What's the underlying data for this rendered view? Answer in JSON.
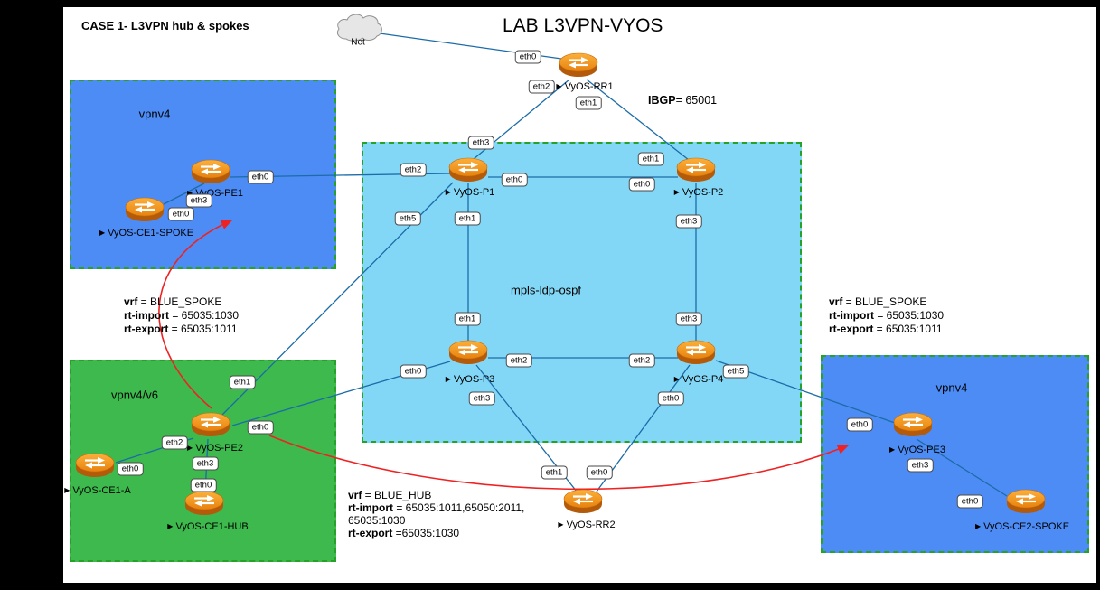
{
  "page": {
    "title": "LAB L3VPN-VYOS",
    "case_label": "CASE 1- L3VPN hub & spokes"
  },
  "icons": {
    "console_marker": "▶"
  },
  "cloud": {
    "label": "Net"
  },
  "colors": {
    "zone_blue": "#4d8cf4",
    "zone_cyan": "#83d7f6",
    "zone_green": "#3db94d",
    "zone_border_dashed": "#26a326",
    "link_blue": "#1b6ca8",
    "arrow_red": "#ee2222",
    "router_orange": "#ef8b13"
  },
  "zones": {
    "vpnv4_left": {
      "label": "vpnv4"
    },
    "mpls_core": {
      "label": "mpls-ldp-ospf"
    },
    "vpnv4_v6": {
      "label": "vpnv4/v6"
    },
    "vpnv4_right": {
      "label": "vpnv4"
    }
  },
  "routers": {
    "rr1": {
      "name": "VyOS-RR1"
    },
    "pe1": {
      "name": "VyOS-PE1"
    },
    "ce1_spoke": {
      "name": "VyOS-CE1-SPOKE"
    },
    "p1": {
      "name": "VyOS-P1"
    },
    "p2": {
      "name": "VyOS-P2"
    },
    "p3": {
      "name": "VyOS-P3"
    },
    "p4": {
      "name": "VyOS-P4"
    },
    "pe2": {
      "name": "VyOS-PE2"
    },
    "ce1_a": {
      "name": "VyOS-CE1-A"
    },
    "ce1_hub": {
      "name": "VyOS-CE1-HUB"
    },
    "rr2": {
      "name": "VyOS-RR2"
    },
    "pe3": {
      "name": "VyOS-PE3"
    },
    "ce2_spoke": {
      "name": "VyOS-CE2-SPOKE"
    }
  },
  "ifaces": {
    "rr1_uplink_eth0": "eth0",
    "rr1_eth2": "eth2",
    "rr1_eth1": "eth1",
    "p1_eth3": "eth3",
    "p1_eth2": "eth2",
    "p1_eth0": "eth0",
    "p1_eth5": "eth5",
    "p1_eth1": "eth1",
    "p2_eth1": "eth1",
    "p2_eth0": "eth0",
    "p2_eth3": "eth3",
    "pe1_eth0": "eth0",
    "pe1_eth3": "eth3",
    "ce1_spoke_eth0": "eth0",
    "p3_eth1": "eth1",
    "p3_eth0": "eth0",
    "p3_eth2": "eth2",
    "p3_eth3": "eth3",
    "p4_eth3": "eth3",
    "p4_eth2": "eth2",
    "p4_eth5": "eth5",
    "p4_eth0": "eth0",
    "pe2_eth1": "eth1",
    "pe2_eth0": "eth0",
    "pe2_eth2": "eth2",
    "pe2_eth3": "eth3",
    "ce1_a_eth0": "eth0",
    "ce1_hub_eth0": "eth0",
    "rr2_eth1": "eth1",
    "rr2_eth0": "eth0",
    "pe3_eth0": "eth0",
    "pe3_eth3": "eth3",
    "ce2_spoke_eth0": "eth0"
  },
  "annotations": {
    "ibgp": {
      "key": "IBGP",
      "rest": "= 65001"
    },
    "spoke_left": {
      "lines": [
        {
          "key": "vrf",
          "rest": " = BLUE_SPOKE"
        },
        {
          "key": "rt-import",
          "rest": " = 65035:1030"
        },
        {
          "key": "rt-export",
          "rest": " = 65035:1011"
        }
      ]
    },
    "spoke_right": {
      "lines": [
        {
          "key": "vrf",
          "rest": " = BLUE_SPOKE"
        },
        {
          "key": "rt-import",
          "rest": " = 65035:1030"
        },
        {
          "key": "rt-export",
          "rest": " = 65035:1011"
        }
      ]
    },
    "hub": {
      "lines": [
        {
          "key": "vrf",
          "rest": " = BLUE_HUB"
        },
        {
          "key": "rt-import",
          "rest": " = 65035:1011,65050:2011,"
        },
        {
          "key": "",
          "rest": "65035:1030"
        },
        {
          "key": "rt-export",
          "rest": " =65035:1030"
        }
      ]
    }
  }
}
